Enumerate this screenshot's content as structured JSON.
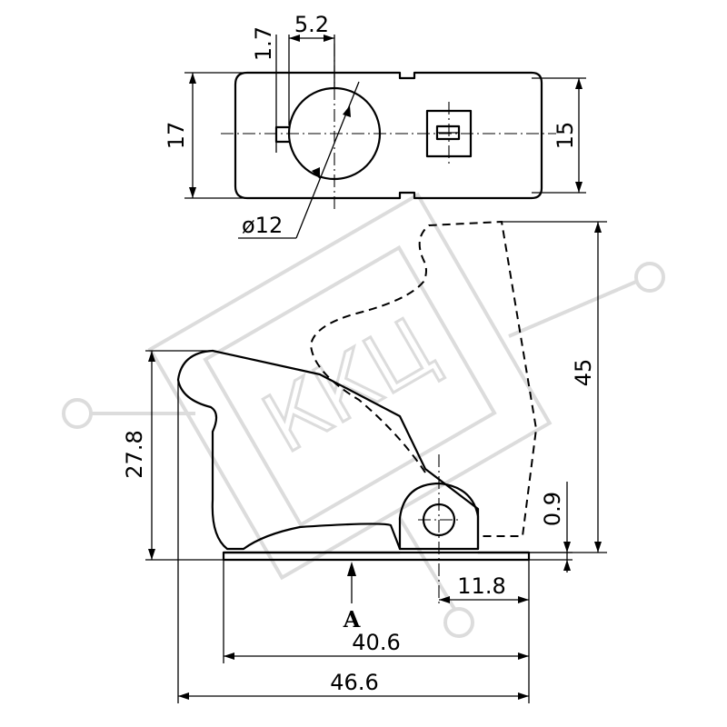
{
  "dimensions": {
    "d_1_7": "1.7",
    "d_5_2": "5.2",
    "d_17": "17",
    "d_15": "15",
    "d_phi12": "ø12",
    "d_45": "45",
    "d_27_8": "27.8",
    "d_0_9": "0.9",
    "d_11_8": "11.8",
    "d_40_6": "40.6",
    "d_46_6": "46.6"
  },
  "view_label": "A",
  "watermark": {
    "text": "ККЦ"
  }
}
